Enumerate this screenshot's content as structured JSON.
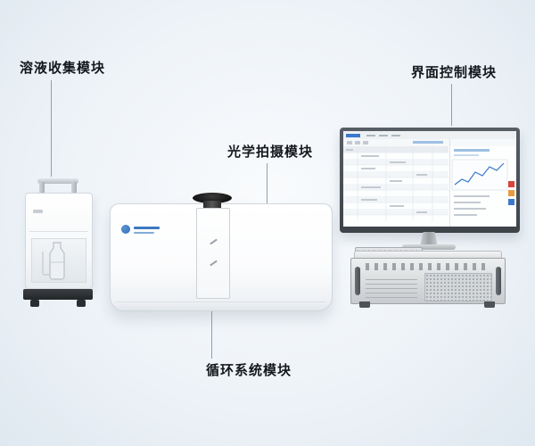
{
  "labels": {
    "solution_collection": "溶液收集模块",
    "interface_control": "界面控制模块",
    "optical_capture": "光学拍摄模块",
    "circulation_system": "循环系统模块"
  },
  "screen": {
    "header_accent": "#3a78c9",
    "chart_line_color": "#3a78c9",
    "chip_colors": {
      "red": "#d9453a",
      "orange": "#e89a3c",
      "blue": "#3a78c9"
    }
  },
  "colors": {
    "label_text": "#14181c",
    "leader_line": "#8fa0ac",
    "brand_blue": "#2f6db5",
    "device_base_dark": "#2b2e31",
    "monitor_frame": "#474d54"
  }
}
